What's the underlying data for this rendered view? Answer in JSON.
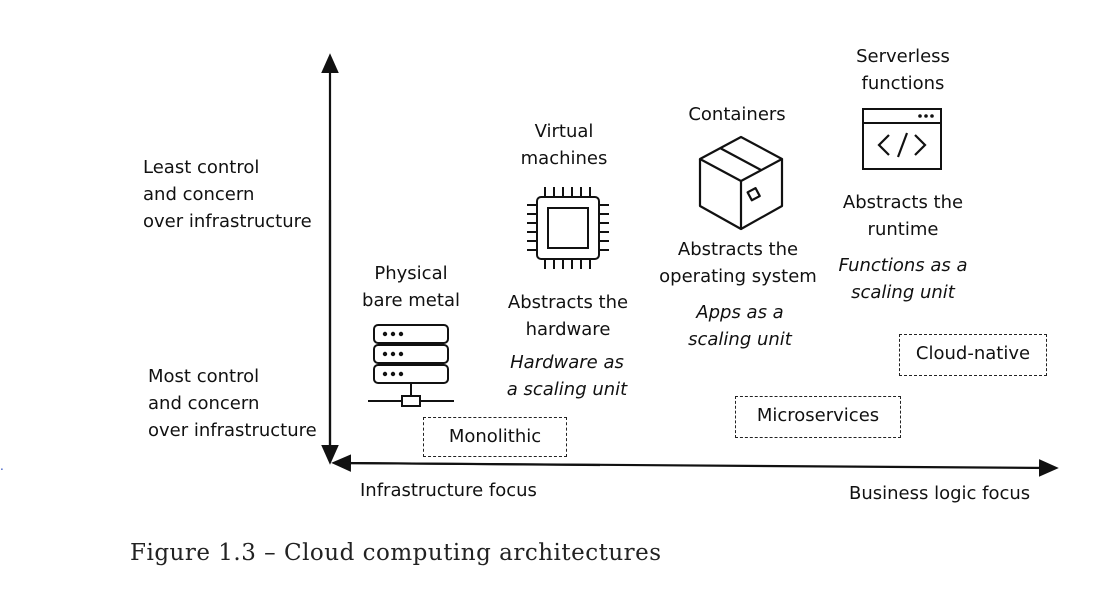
{
  "axes": {
    "y_top": "Least control\nand concern\nover infrastructure",
    "y_bottom": "Most control\nand concern\nover infrastructure",
    "x_left": "Infrastructure focus",
    "x_right": "Business logic focus"
  },
  "stages": {
    "physical": {
      "title": "Physical\nbare metal",
      "icon": "server-rack-icon"
    },
    "virtual": {
      "title": "Virtual\nmachines",
      "icon": "cpu-chip-icon",
      "abstracts": "Abstracts the\nhardware",
      "unit": "Hardware as\na scaling unit"
    },
    "containers": {
      "title": "Containers",
      "icon": "container-box-icon",
      "abstracts": "Abstracts the\noperating system",
      "unit": "Apps as a\nscaling unit"
    },
    "serverless": {
      "title": "Serverless\nfunctions",
      "icon": "code-window-icon",
      "abstracts": "Abstracts the\nruntime",
      "unit": "Functions as a\nscaling unit"
    }
  },
  "architectures": {
    "monolithic": "Monolithic",
    "microservices": "Microservices",
    "cloud_native": "Cloud-native"
  },
  "caption": "Figure 1.3 – Cloud computing architectures"
}
